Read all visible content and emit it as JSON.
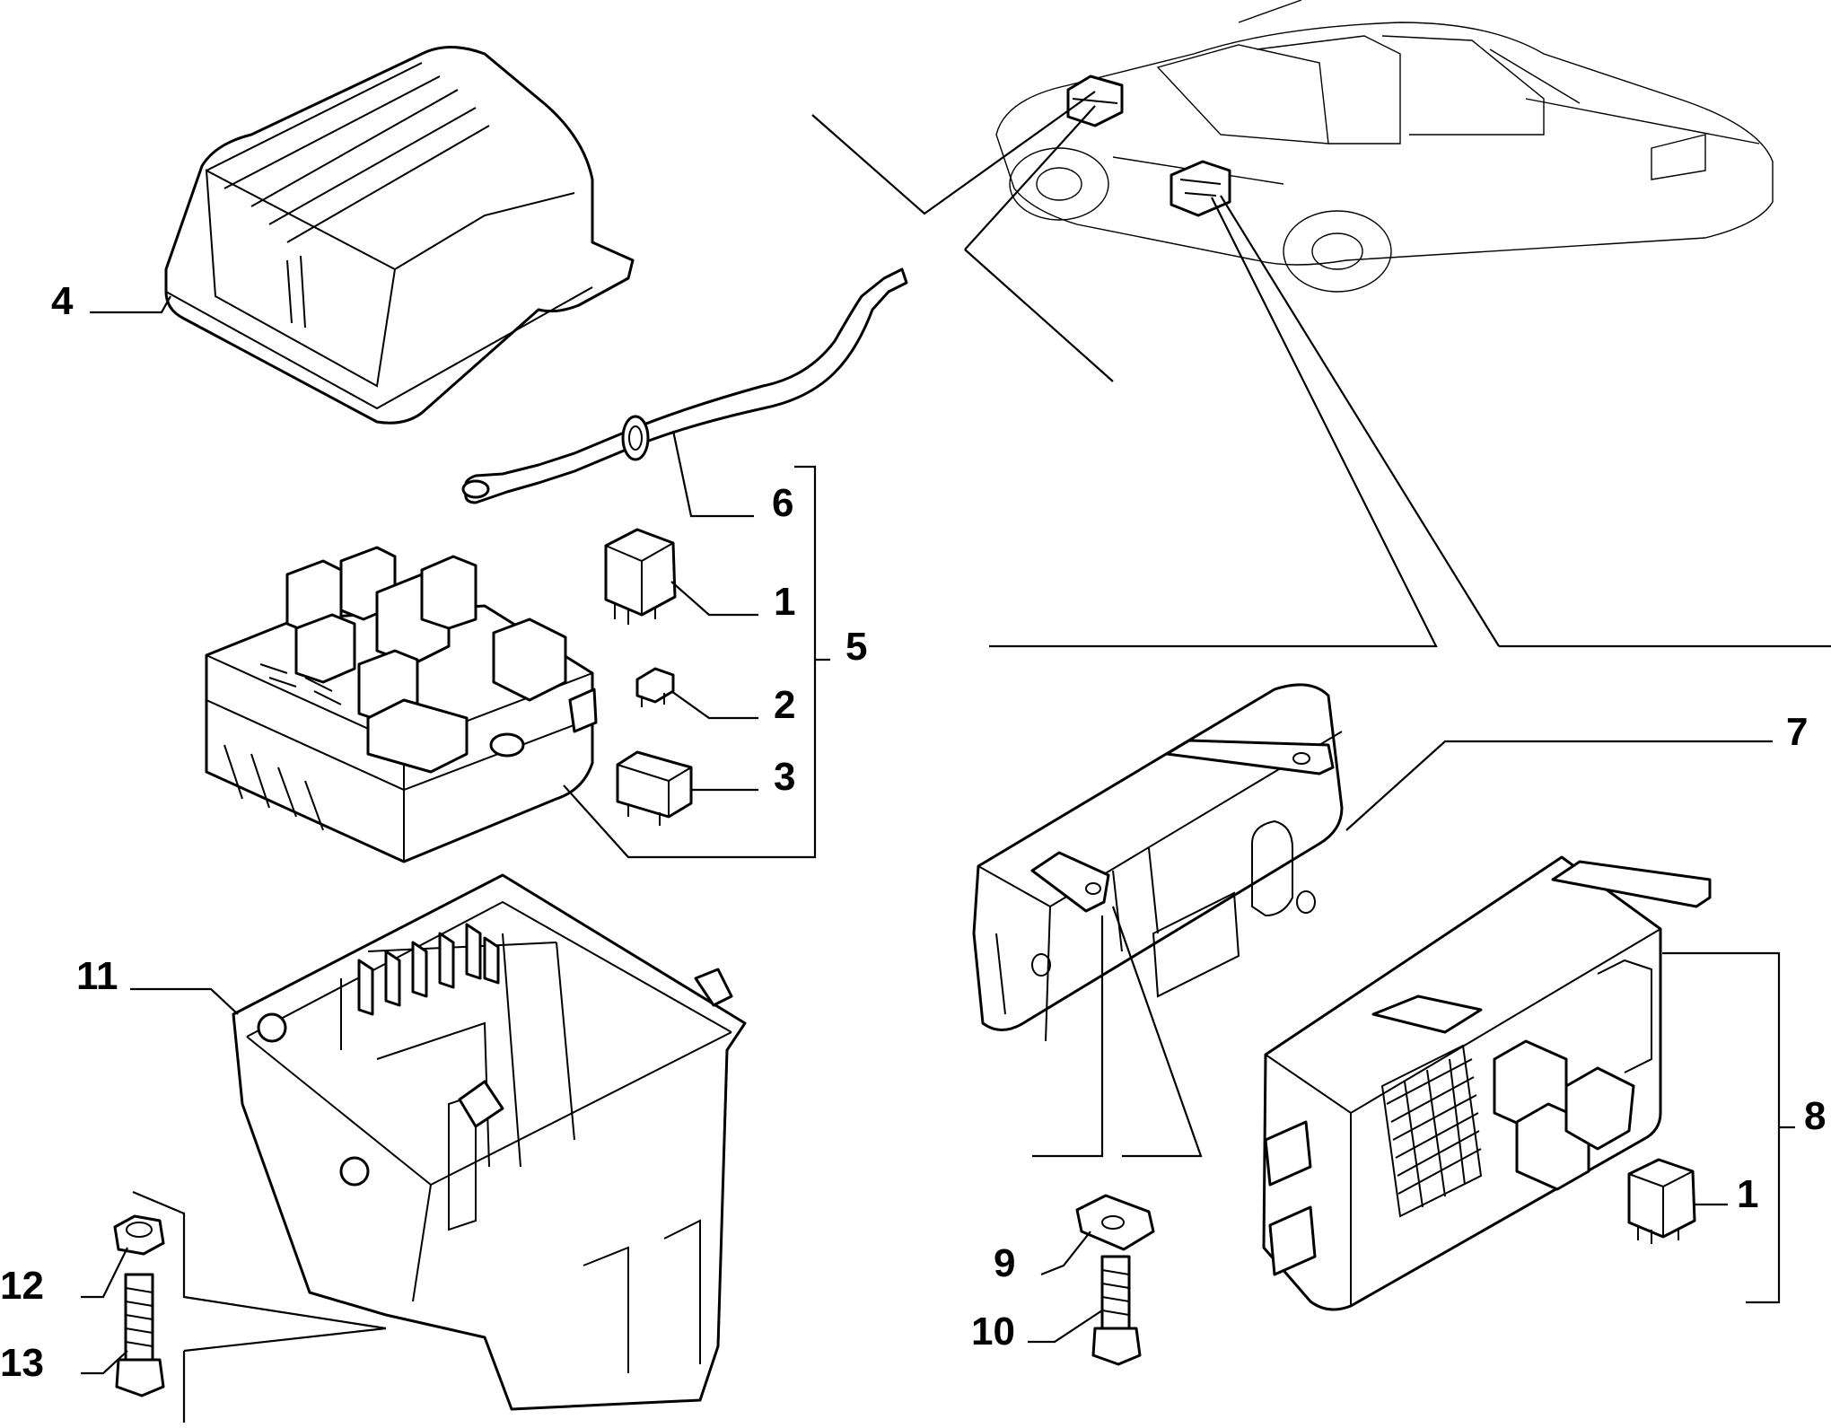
{
  "callouts": [
    {
      "id": "c4",
      "text": "4"
    },
    {
      "id": "c6",
      "text": "6"
    },
    {
      "id": "c1a",
      "text": "1"
    },
    {
      "id": "c5",
      "text": "5"
    },
    {
      "id": "c2",
      "text": "2"
    },
    {
      "id": "c3",
      "text": "3"
    },
    {
      "id": "c7",
      "text": "7"
    },
    {
      "id": "c11",
      "text": "11"
    },
    {
      "id": "c8",
      "text": "8"
    },
    {
      "id": "c1b",
      "text": "1"
    },
    {
      "id": "c9",
      "text": "9"
    },
    {
      "id": "c10",
      "text": "10"
    },
    {
      "id": "c12",
      "text": "12"
    },
    {
      "id": "c13",
      "text": "13"
    }
  ],
  "colors": {
    "ink": "#000000",
    "paper": "#ffffff"
  }
}
